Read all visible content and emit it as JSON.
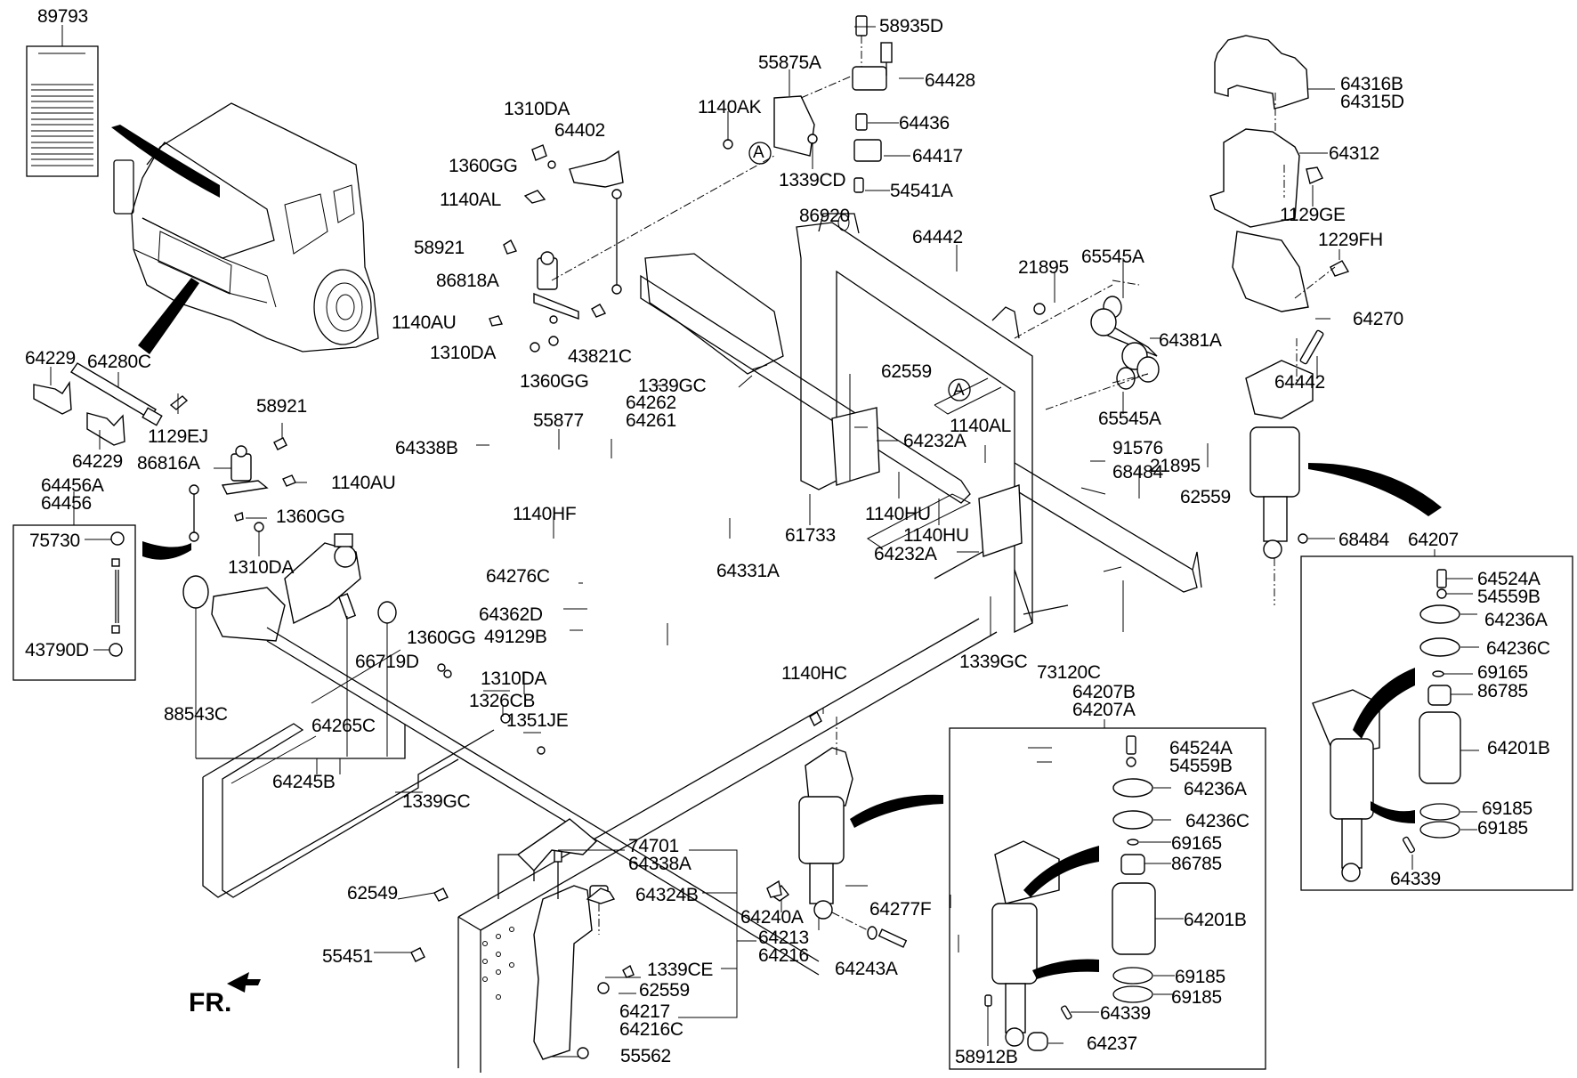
{
  "diagram": {
    "title": "Cab suspension parts diagram",
    "orientation_marker": "FR.",
    "reference_marker": "A",
    "callouts": {
      "c89793": "89793",
      "c64229a": "64229",
      "c64280c": "64280C",
      "c1129ej": "1129EJ",
      "c64229b": "64229",
      "c58921a": "58921",
      "c86816a": "86816A",
      "c1140au_a": "1140AU",
      "c64456a": "64456A",
      "c64456": "64456",
      "c75730": "75730",
      "c43790d": "43790D",
      "c1360gg_a": "1360GG",
      "c1310da_a": "1310DA",
      "c88543c": "88543C",
      "c64265c": "64265C",
      "c64245b": "64245B",
      "c66719d": "66719D",
      "c1360gg_b": "1360GG",
      "c1310da_b": "1310DA",
      "c1326cb": "1326CB",
      "c1351je": "1351JE",
      "c1339gc_a": "1339GC",
      "c62549": "62549",
      "c55451": "55451",
      "c1310da_c": "1310DA",
      "c64402": "64402",
      "c1360gg_c": "1360GG",
      "c1140al_a": "1140AL",
      "c58921b": "58921",
      "c86818a": "86818A",
      "c1140au_b": "1140AU",
      "c1310da_d": "1310DA",
      "c1360gg_d": "1360GG",
      "c43821c": "43821C",
      "c1339gc_b": "1339GC",
      "c64262": "64262",
      "c64261": "64261",
      "c55877": "55877",
      "c64338b": "64338B",
      "c1140hf": "1140HF",
      "c64276c": "64276C",
      "c64362d": "64362D",
      "c49129b": "49129B",
      "c64331a": "64331A",
      "c74701": "74701",
      "c64338a": "64338A",
      "c64324b": "64324B",
      "c1339ce": "1339CE",
      "c62559_a": "62559",
      "c64217": "64217",
      "c64216c": "64216C",
      "c55562": "55562",
      "c64213": "64213",
      "c64216": "64216",
      "c64240a": "64240A",
      "c1140hc": "1140HC",
      "c64243a": "64243A",
      "c64277f": "64277F",
      "c58935d": "58935D",
      "c55875a": "55875A",
      "c64428": "64428",
      "c1140ak": "1140AK",
      "c64436": "64436",
      "c64417": "64417",
      "c1339cd": "1339CD",
      "c54541a": "54541A",
      "c86920": "86920",
      "c64442_a": "64442",
      "c62559_b": "62559",
      "c64232a_a": "64232A",
      "c1140al_b": "1140AL",
      "c61733": "61733",
      "c1140hu_a": "1140HU",
      "c1140hu_b": "1140HU",
      "c64232a_b": "64232A",
      "c1339gc_c": "1339GC",
      "c73120c": "73120C",
      "c21895_a": "21895",
      "c65545a_a": "65545A",
      "c64381a": "64381A",
      "c65545a_b": "65545A",
      "c21895_b": "21895",
      "c91576": "91576",
      "c68484_a": "68484",
      "c62559_c": "62559",
      "c64316b": "64316B",
      "c64315d": "64315D",
      "c64312": "64312",
      "c1129ge": "1129GE",
      "c1229fh": "1229FH",
      "c64270": "64270",
      "c64442_b": "64442",
      "c68484_b": "68484",
      "c64207": "64207",
      "r_64524a": "64524A",
      "r_54559b": "54559B",
      "r_64236a": "64236A",
      "r_64236c": "64236C",
      "r_69165": "69165",
      "r_86785": "86785",
      "r_64201b": "64201B",
      "r_69185a": "69185",
      "r_69185b": "69185",
      "r_64339": "64339",
      "c64207b": "64207B",
      "c64207a": "64207A",
      "m_64524a": "64524A",
      "m_54559b": "54559B",
      "m_64236a": "64236A",
      "m_64236c": "64236C",
      "m_69165": "69165",
      "m_86785": "86785",
      "m_64201b": "64201B",
      "m_69185a": "69185",
      "m_69185b": "69185",
      "m_64339": "64339",
      "m_64237": "64237",
      "m_58912b": "58912B"
    }
  }
}
